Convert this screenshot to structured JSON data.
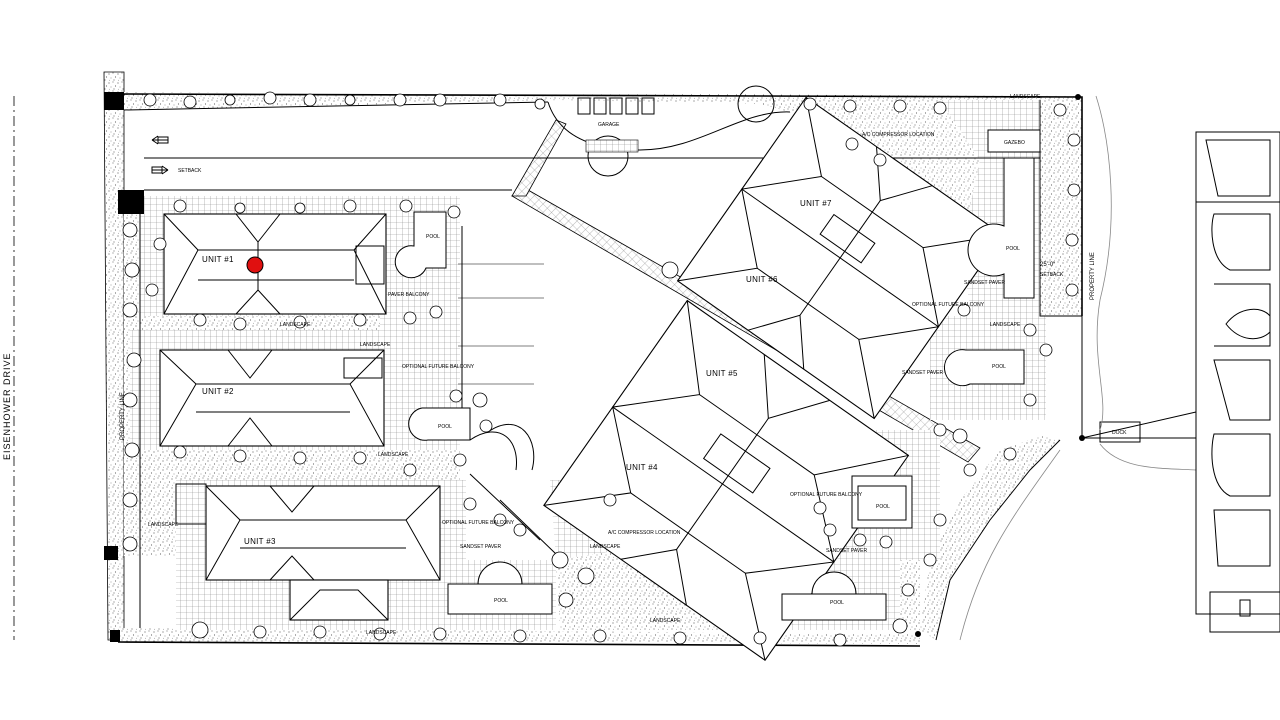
{
  "road": {
    "label": "EISENHOWER DRIVE"
  },
  "property_line_labels": {
    "west": "PROPERTY LINE",
    "east": "PROPERTY LINE"
  },
  "setbacks": {
    "north": "SETBACK",
    "east": "SETBACK",
    "east_dimension": "25'-0\""
  },
  "units": [
    {
      "label": "UNIT #1"
    },
    {
      "label": "UNIT #2"
    },
    {
      "label": "UNIT #3"
    },
    {
      "label": "UNIT #4"
    },
    {
      "label": "UNIT #5"
    },
    {
      "label": "UNIT #6"
    },
    {
      "label": "UNIT #7"
    }
  ],
  "pool_label": "POOL",
  "garage_label": "GARAGE",
  "gazebo_label": "GAZEBO",
  "dock_label": "DOCK",
  "landscape_label": "LANDSCAPE",
  "ac_label": "A/C COMPRESSOR LOCATION",
  "balcony_label": "OPTIONAL FUTURE BALCONY",
  "paver_label": "PAVER BALCONY",
  "sandset_label": "SANDSET PAVER",
  "marker": {
    "color": "#e01010",
    "outline": "#000000"
  },
  "colors": {
    "line": "#000000",
    "paving": "#8a8a8a",
    "stipple": "#333333",
    "shoreline": "#888888"
  }
}
